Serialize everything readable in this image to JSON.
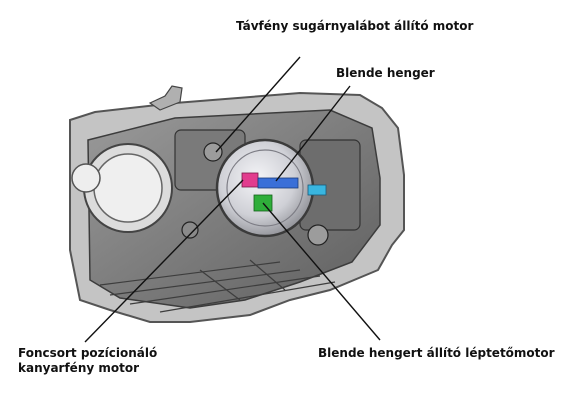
{
  "labels": {
    "beam_motor": "Távfény sugárnyalábot állító motor",
    "blende_cylinder": "Blende henger",
    "cornering_motor_line1": "Foncsort pozícionáló",
    "cornering_motor_line2": "kanyarfény motor",
    "stepper_motor": "Blende hengert állító léptetőmotor"
  },
  "colors": {
    "housing_dark": "#5a5a5a",
    "housing_light": "#bdbdbd",
    "lens_highlight": "#e6e6ea",
    "part_pink": "#e23c8e",
    "part_blue": "#3a6fd8",
    "part_green": "#2fae3a",
    "part_cyan": "#39b6e0",
    "leader_line": "#111111"
  }
}
